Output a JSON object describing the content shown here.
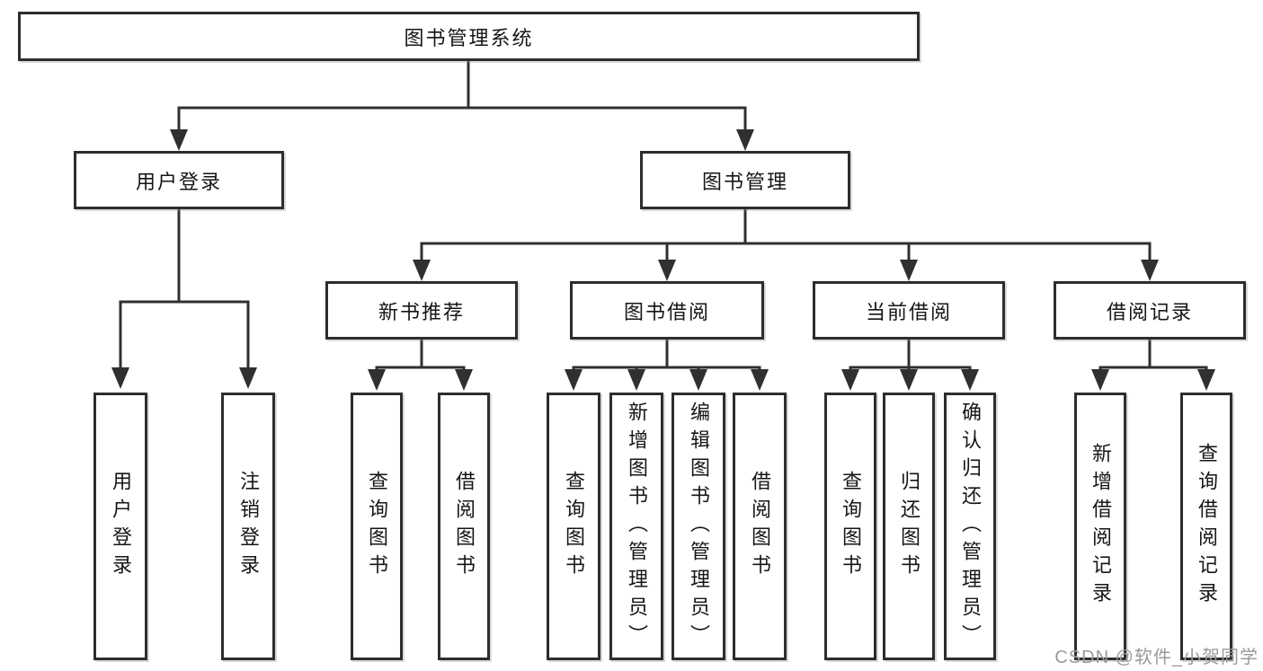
{
  "tree": {
    "root": "图书管理系统",
    "branches": [
      {
        "label": "用户登录",
        "children": [
          {
            "label": "用户登录"
          },
          {
            "label": "注销登录"
          }
        ]
      },
      {
        "label": "图书管理",
        "children": [
          {
            "label": "新书推荐",
            "children": [
              {
                "label": "查询图书"
              },
              {
                "label": "借阅图书"
              }
            ]
          },
          {
            "label": "图书借阅",
            "children": [
              {
                "label": "查询图书"
              },
              {
                "label": "新增图书（管理员）"
              },
              {
                "label": "编辑图书（管理员）"
              },
              {
                "label": "借阅图书"
              }
            ]
          },
          {
            "label": "当前借阅",
            "children": [
              {
                "label": "查询图书"
              },
              {
                "label": "归还图书"
              },
              {
                "label": "确认归还（管理员）"
              }
            ]
          },
          {
            "label": "借阅记录",
            "children": [
              {
                "label": "新增借阅记录"
              },
              {
                "label": "查询借阅记录"
              }
            ]
          }
        ]
      }
    ]
  },
  "watermark": "CSDN @软件_小贺同学",
  "colors": {
    "line": "#303030",
    "border": "#2d2d2d",
    "text": "#161616",
    "watermark": "#9a9a9a",
    "background": "#ffffff"
  }
}
